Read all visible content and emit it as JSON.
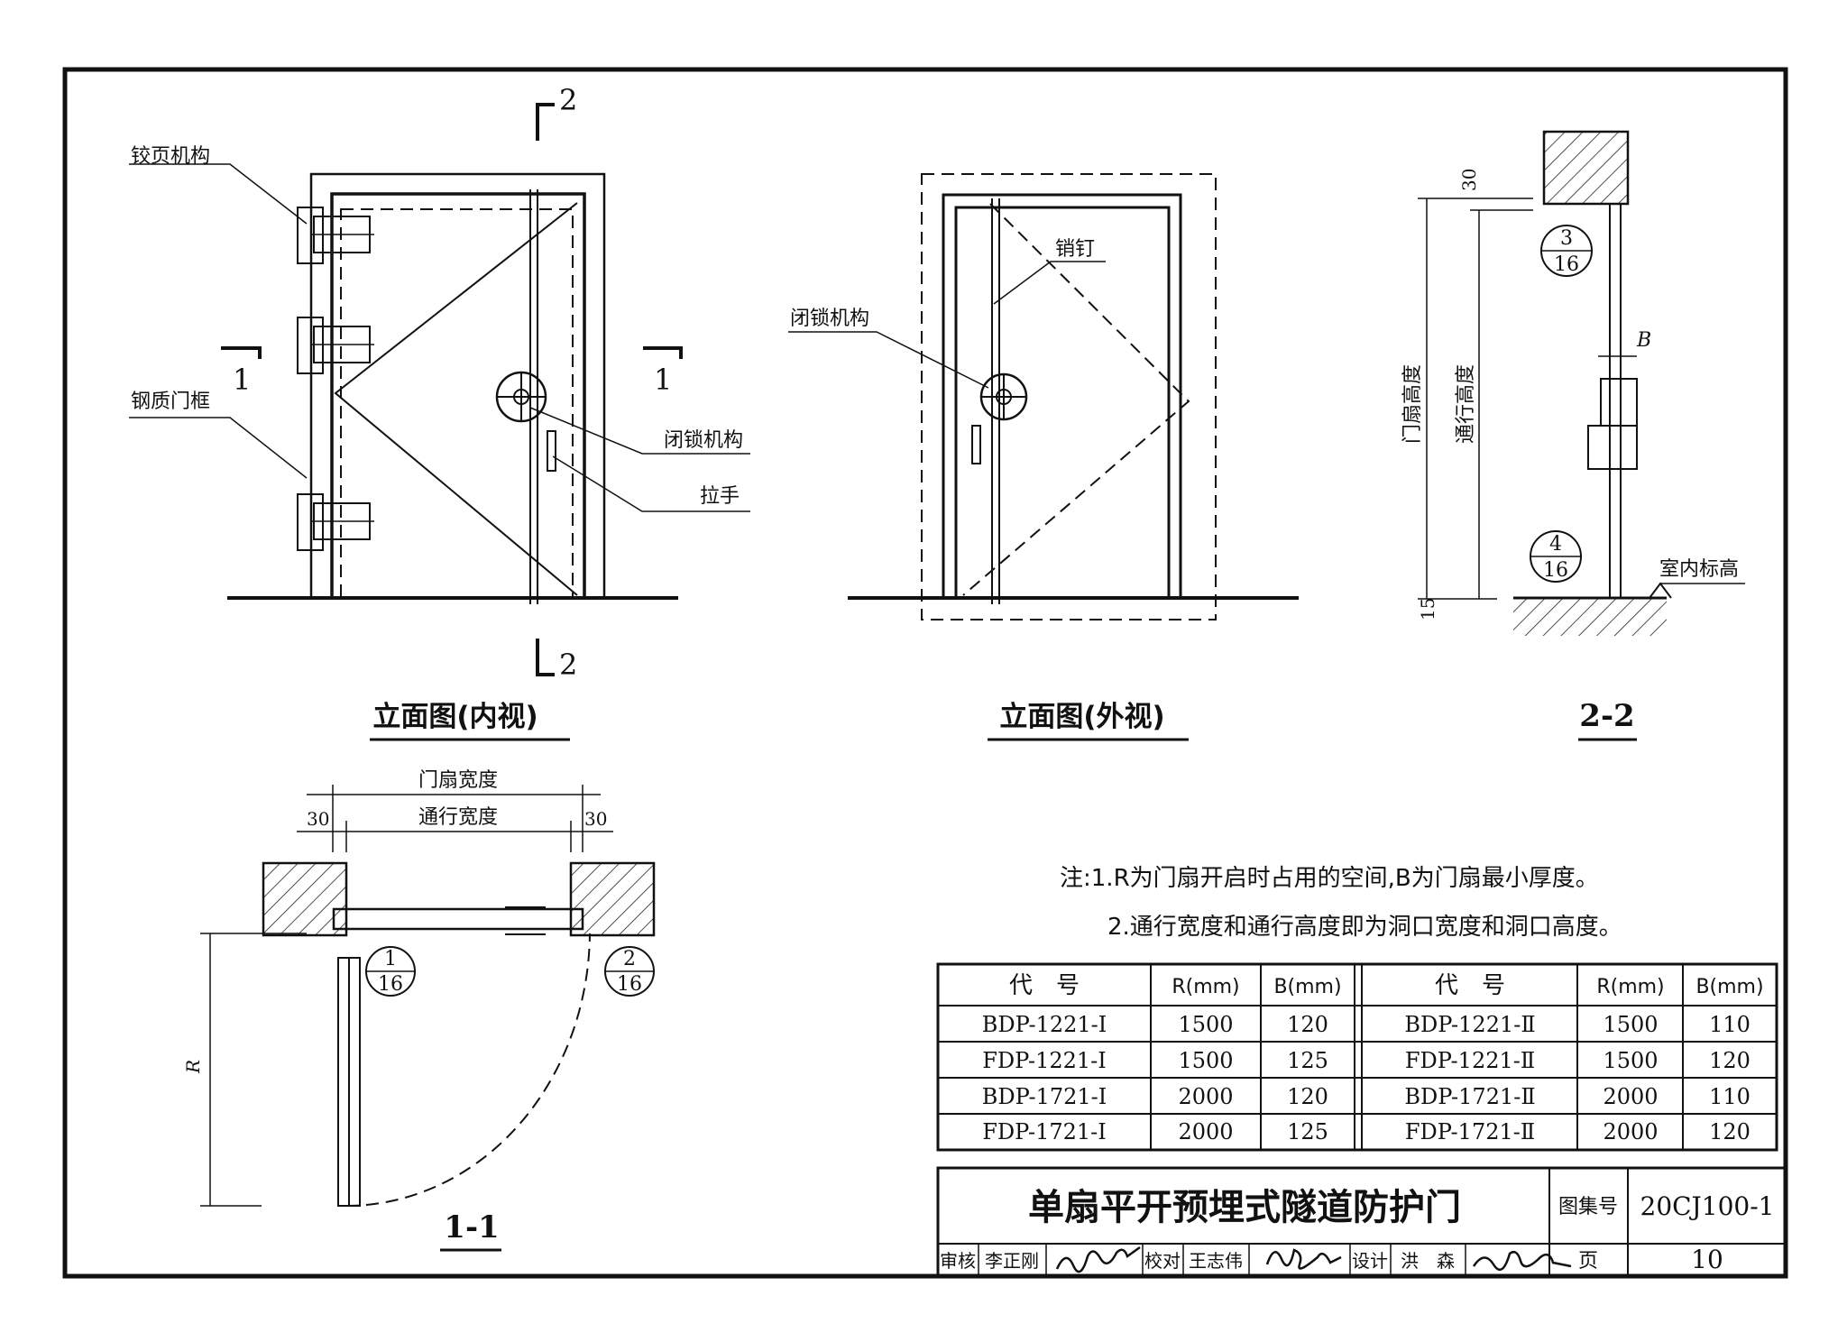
{
  "drawing": {
    "views": {
      "inner_elevation": {
        "title": "立面图(内视)",
        "labels": {
          "hinge": "铰页机构",
          "frame": "钢质门框",
          "lock": "闭锁机构",
          "handle": "拉手",
          "section_1_left": "1",
          "section_1_right": "1",
          "section_2_top": "2",
          "section_2_bottom": "2"
        }
      },
      "outer_elevation": {
        "title": "立面图(外视)",
        "labels": {
          "pin": "销钉",
          "lock": "闭锁机构"
        }
      },
      "section_2_2": {
        "title": "2-2",
        "dim_top": "30",
        "dim_bottom": "15",
        "leaf_height": "门扇高度",
        "pass_height": "通行高度",
        "b_label": "B",
        "floor_label": "室内标高",
        "ref_a": {
          "num": "3",
          "sheet": "16"
        },
        "ref_b": {
          "num": "4",
          "sheet": "16"
        }
      },
      "section_1_1": {
        "title": "1-1",
        "leaf_width": "门扇宽度",
        "pass_width": "通行宽度",
        "dim_left": "30",
        "dim_right": "30",
        "r_label": "R",
        "ref_a": {
          "num": "1",
          "sheet": "16"
        },
        "ref_b": {
          "num": "2",
          "sheet": "16"
        }
      }
    },
    "notes": [
      "注:1.R为门扇开启时占用的空间,B为门扇最小厚度。",
      "2.通行宽度和通行高度即为洞口宽度和洞口高度。"
    ],
    "table": {
      "headers": [
        "代　号",
        "R(mm)",
        "B(mm)",
        "代　号",
        "R(mm)",
        "B(mm)"
      ],
      "rows": [
        [
          "BDP-1221-I",
          "1500",
          "120",
          "BDP-1221-Ⅱ",
          "1500",
          "110"
        ],
        [
          "FDP-1221-I",
          "1500",
          "125",
          "FDP-1221-Ⅱ",
          "1500",
          "120"
        ],
        [
          "BDP-1721-I",
          "2000",
          "120",
          "BDP-1721-Ⅱ",
          "2000",
          "110"
        ],
        [
          "FDP-1721-I",
          "2000",
          "125",
          "FDP-1721-Ⅱ",
          "2000",
          "120"
        ]
      ]
    },
    "title_block": {
      "title": "单扇平开预埋式隧道防护门",
      "atlas_label": "图集号",
      "atlas_no": "20CJ100-1",
      "page_label": "页",
      "page_no": "10",
      "review_label": "审核",
      "reviewer": "李正刚",
      "check_label": "校对",
      "checker": "王志伟",
      "design_label": "设计",
      "designer": "洪　森"
    }
  }
}
